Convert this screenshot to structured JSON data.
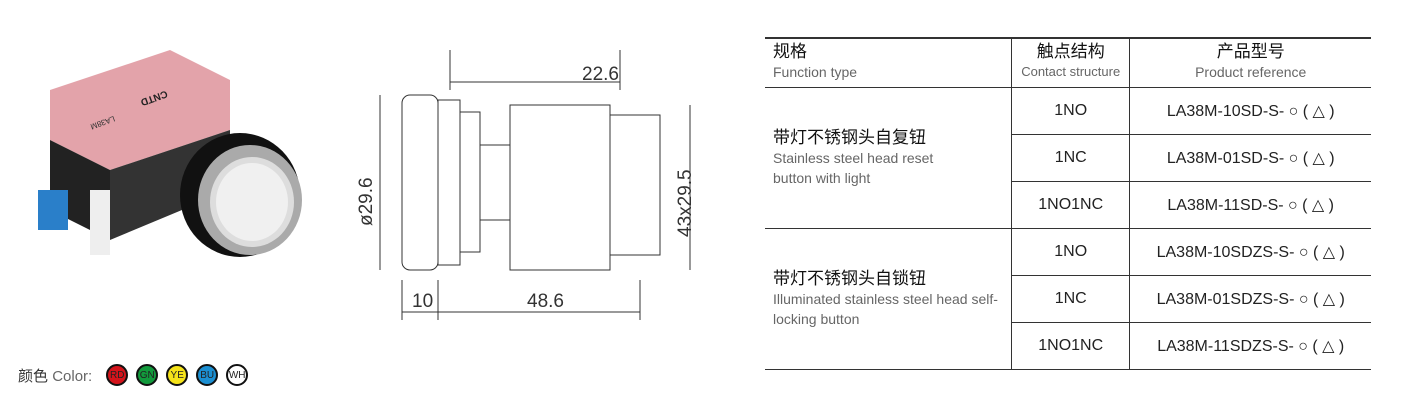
{
  "drawing": {
    "dim_top": "22.6",
    "dim_dia": "ø29.6",
    "dim_height": "43x29.5",
    "dim_head": "10",
    "dim_length": "48.6"
  },
  "table": {
    "headers": [
      {
        "cn": "规格",
        "en": "Function type"
      },
      {
        "cn": "触点结构",
        "en": "Contact structure"
      },
      {
        "cn": "产品型号",
        "en": "Product reference"
      }
    ],
    "groups": [
      {
        "cn": "带灯不锈钢头自复钮",
        "en": "Stainless steel head reset button with light",
        "rows": [
          {
            "contact": "1NO",
            "ref": "LA38M-10SD-S- ○ ( △ )"
          },
          {
            "contact": "1NC",
            "ref": "LA38M-01SD-S- ○ ( △ )"
          },
          {
            "contact": "1NO1NC",
            "ref": "LA38M-11SD-S- ○ ( △ )"
          }
        ]
      },
      {
        "cn": "带灯不锈钢头自锁钮",
        "en": "Illuminated stainless steel head self-locking button",
        "rows": [
          {
            "contact": "1NO",
            "ref": "LA38M-10SDZS-S- ○ ( △ )"
          },
          {
            "contact": "1NC",
            "ref": "LA38M-01SDZS-S- ○ ( △ )"
          },
          {
            "contact": "1NO1NC",
            "ref": "LA38M-11SDZS-S- ○ ( △ )"
          }
        ]
      }
    ]
  },
  "colors": {
    "label_cn": "颜色",
    "label_en": "Color:",
    "items": [
      {
        "code": "RD",
        "hex": "#d4141b"
      },
      {
        "code": "GN",
        "hex": "#129a3c"
      },
      {
        "code": "YE",
        "hex": "#f5e31a"
      },
      {
        "code": "BU",
        "hex": "#1b8fd2"
      },
      {
        "code": "WH",
        "hex": "#ffffff"
      }
    ]
  },
  "photo": {
    "brand": "CNTD",
    "model": "LA38M"
  }
}
